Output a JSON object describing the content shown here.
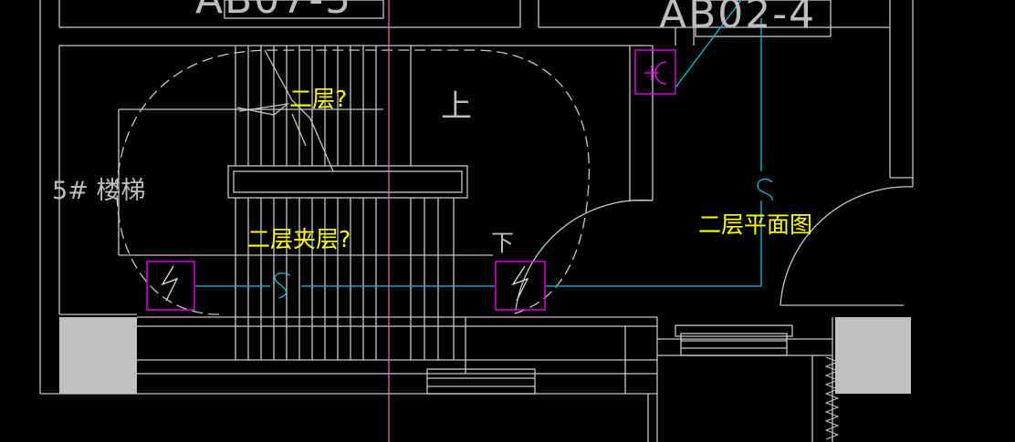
{
  "drawing": {
    "title_tag_left": "AB07-5",
    "title_tag_right": "AB02-4",
    "stair_label": "5# 楼梯",
    "up_marker": "上",
    "down_marker": "下",
    "switch_symbol": "S",
    "annotations": {
      "floor2": "二层?",
      "mezzanine": "二层夹层?",
      "floor2_plan": "二层平面图"
    }
  },
  "colors": {
    "background": "#000000",
    "wall": "#c8c8c8",
    "magenta": "#ff00ff",
    "cyan": "#00c8e6",
    "annotation": "#ffff00",
    "solid_fill": "#c0c0c0",
    "axis": "#ff66cc"
  }
}
